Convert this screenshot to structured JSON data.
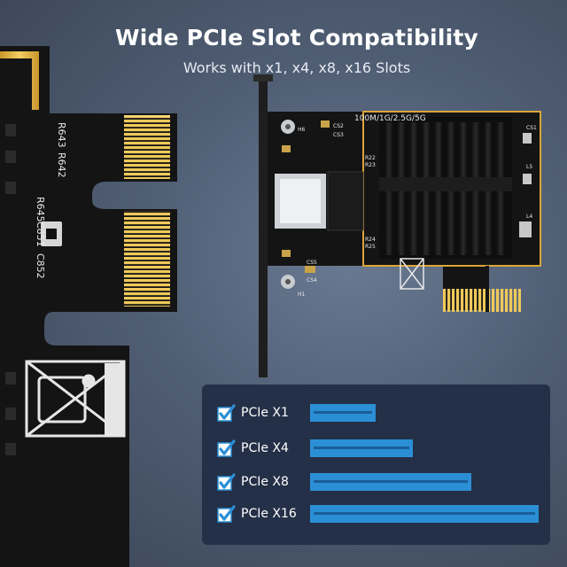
{
  "header": {
    "title": "Wide PCIe Slot Compatibility",
    "subtitle": "Works with x1, x4, x8, x16 Slots"
  },
  "board_markings": {
    "speed_label": "100M/1G/2.5G/5G",
    "closeup_labels": [
      "R643",
      "R642",
      "R645",
      "C851",
      "C852"
    ],
    "small_labels": [
      "H6",
      "CS2",
      "CS3",
      "R22",
      "R23",
      "R24",
      "R25",
      "CS5",
      "CS4",
      "H1",
      "CS1",
      "L5",
      "L4"
    ]
  },
  "compatibility": {
    "items": [
      {
        "label": "PCIe X1",
        "checked": true
      },
      {
        "label": "PCIe X4",
        "checked": true
      },
      {
        "label": "PCIe X8",
        "checked": true
      },
      {
        "label": "PCIe X16",
        "checked": true
      }
    ]
  },
  "colors": {
    "accent_blue": "#2b8fd6",
    "panel_bg": "#243047",
    "gold": "#e3b341",
    "pcb": "#151515"
  }
}
